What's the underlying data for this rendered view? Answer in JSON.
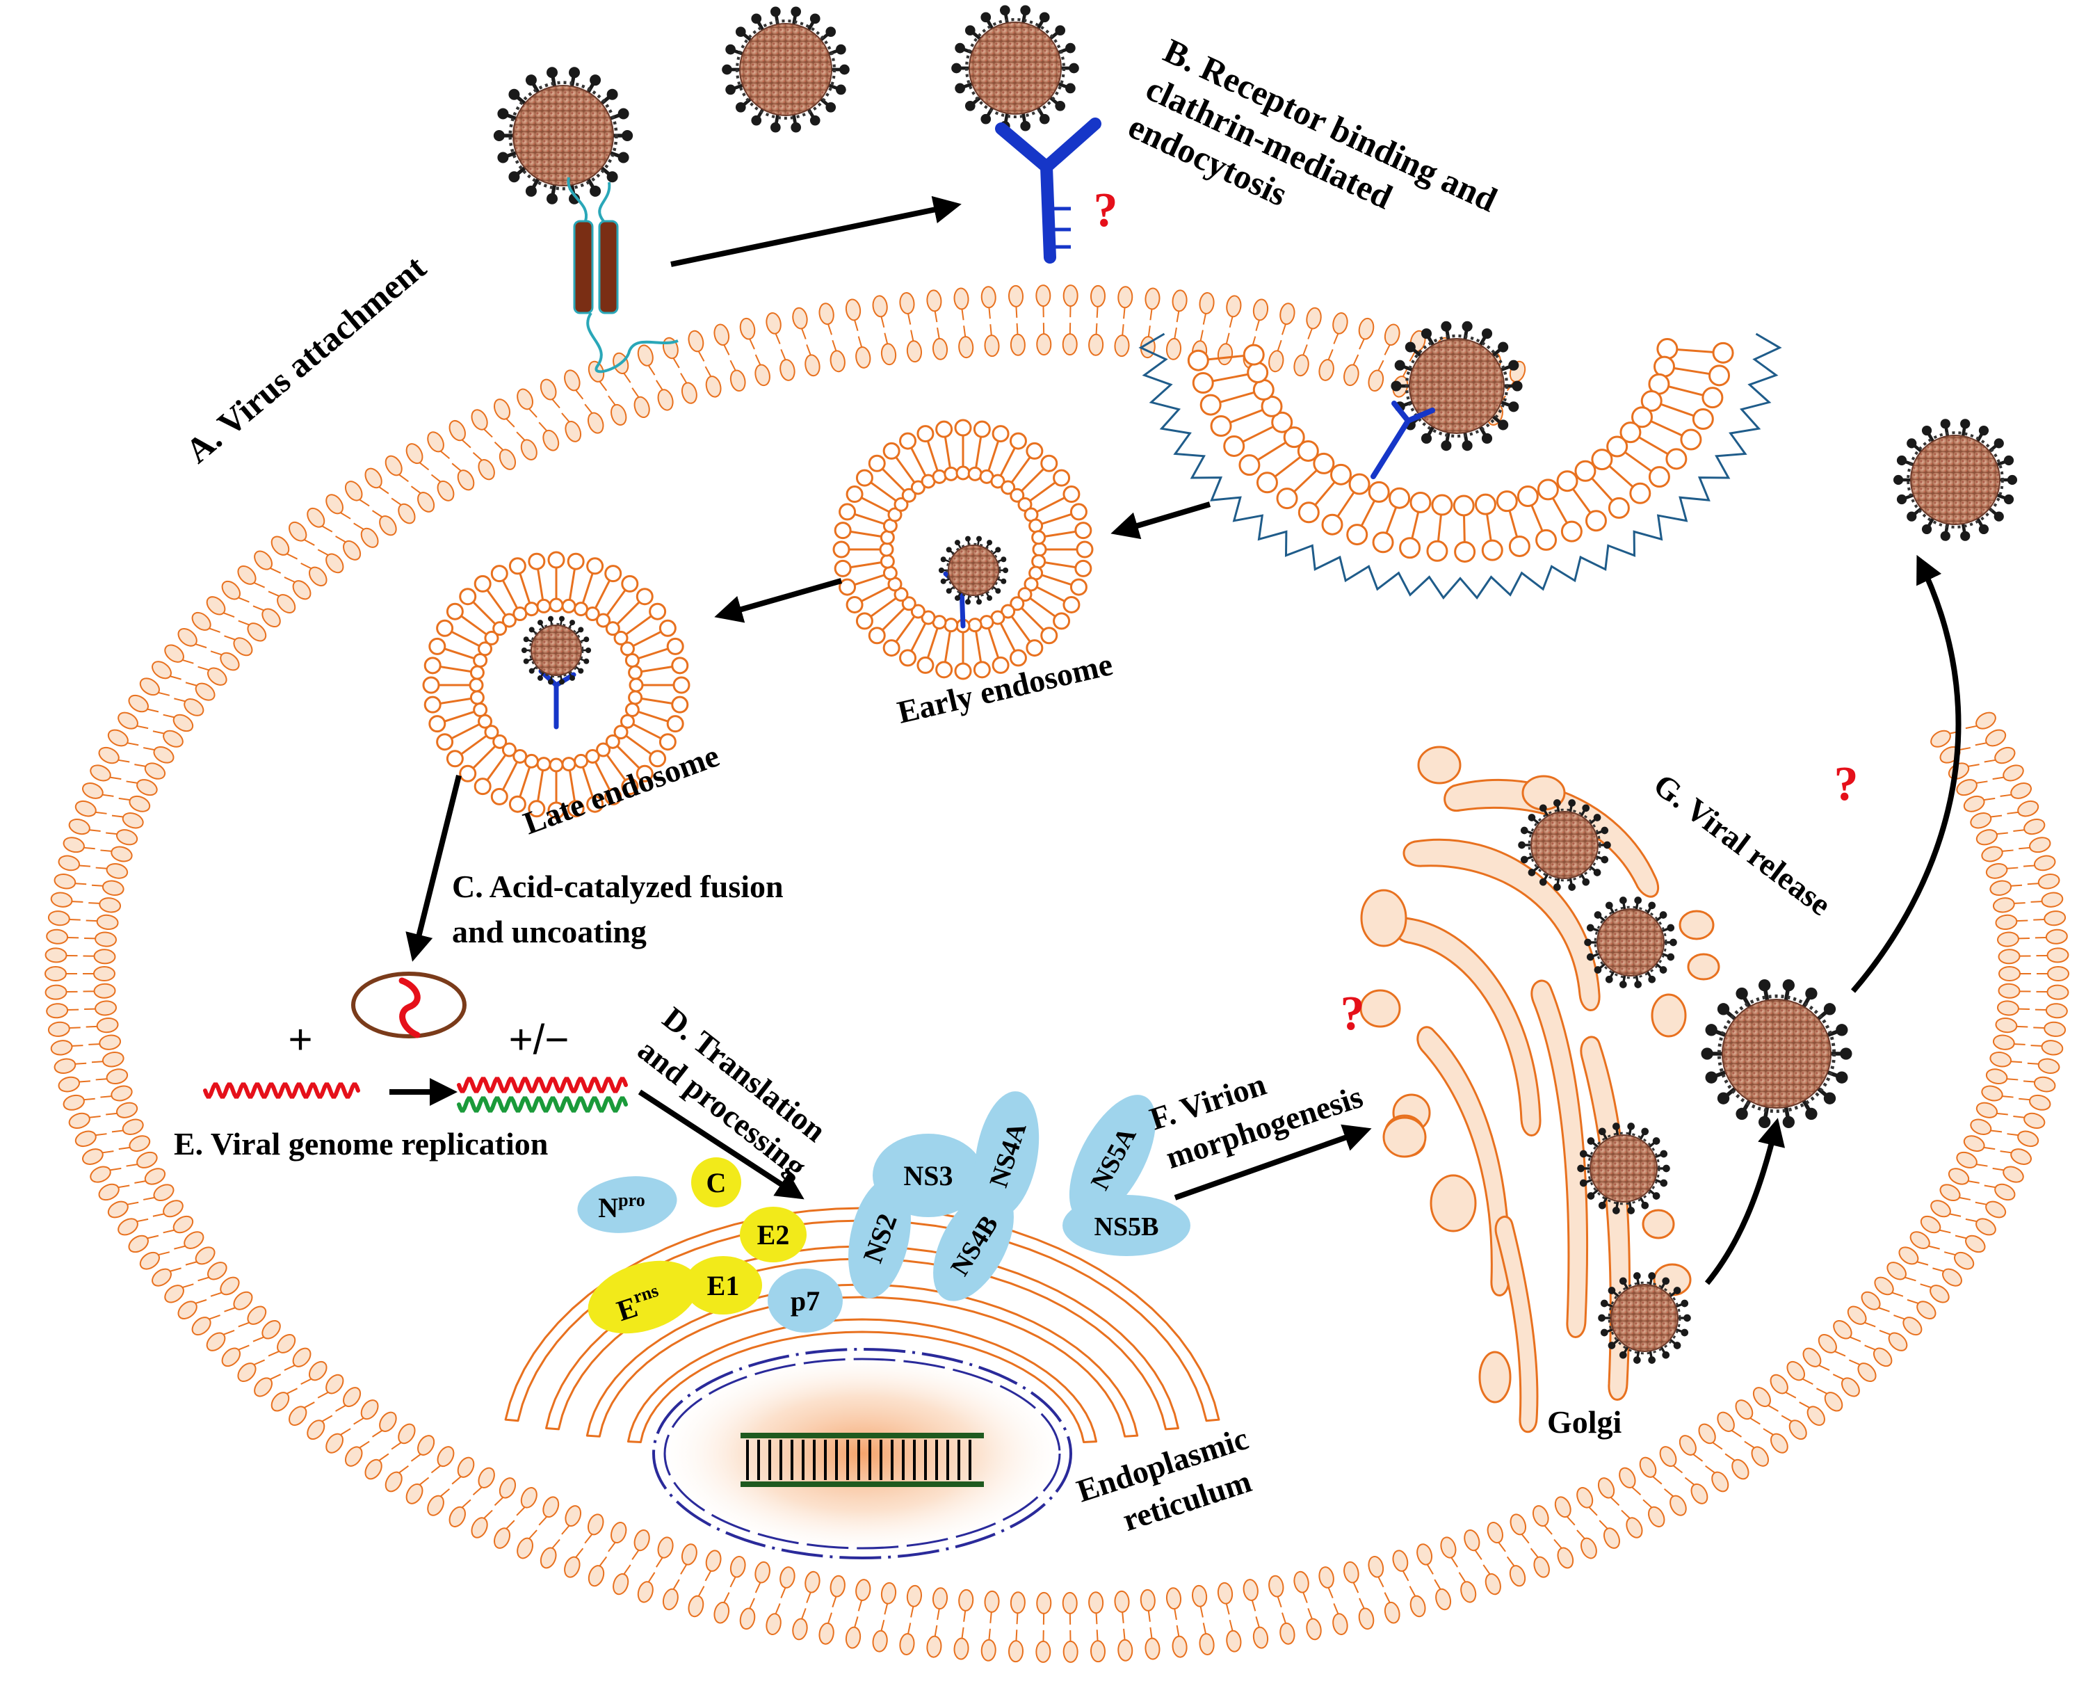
{
  "labels": {
    "step_a": "A. Virus attachment",
    "step_b_line1": "B. Receptor binding and",
    "step_b_line2": "clathrin-mediated",
    "step_b_line3": "endocytosis",
    "early_endosome": "Early endosome",
    "late_endosome": "Late endosome",
    "step_c_line1": "C. Acid-catalyzed fusion",
    "step_c_line2": "and uncoating",
    "step_d_line1": "D. Translation",
    "step_d_line2": "and processing",
    "step_e": "E. Viral genome replication",
    "step_f_line1": "F. Virion",
    "step_f_line2": "morphogenesis",
    "step_g": "G. Viral release",
    "golgi": "Golgi",
    "er_line1": "Endoplasmic",
    "er_line2": "reticulum",
    "question_mark": "?",
    "plus": "+",
    "plus_minus": "+/−"
  },
  "proteins": {
    "npro_base": "N",
    "npro_sup": "pro",
    "c": "C",
    "e2": "E2",
    "erns_base": "E",
    "erns_sup": "rns",
    "e1": "E1",
    "p7": "p7",
    "ns2": "NS2",
    "ns3": "NS3",
    "ns4a": "NS4A",
    "ns4b": "NS4B",
    "ns5a": "NS5A",
    "ns5b": "NS5B"
  },
  "colors": {
    "membrane": "#e8711f",
    "membrane_fill": "#fbe3cf",
    "receptor": "#1636c8",
    "clathrin": "#1f5c8a",
    "nonstructural_protein": "#9fd4ec",
    "structural_protein": "#f2ea1a",
    "rna_plus": "#e5101a",
    "rna_minus": "#1a9a3a",
    "question_mark": "#e5101a",
    "virion_core": "#b77a5e",
    "virion_spike": "#1a1a1a",
    "nucleus": "#2a2a9a",
    "dna": "#1f5a1f",
    "attachment_protein": "#7a2e14"
  }
}
